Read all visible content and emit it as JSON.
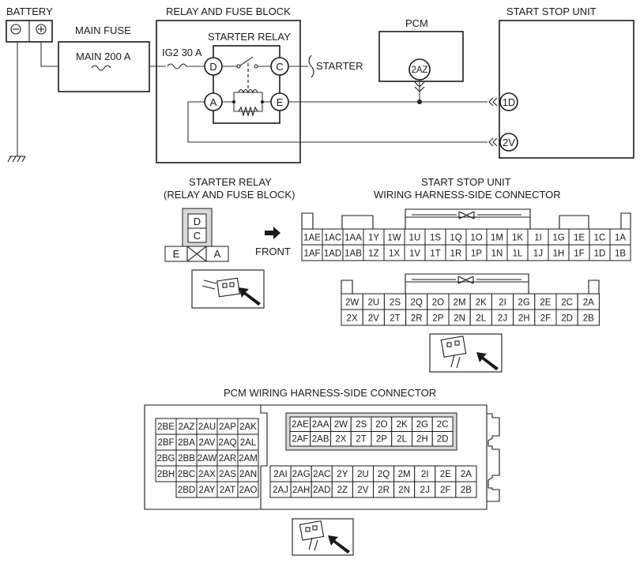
{
  "wiring": {
    "battery_label": "BATTERY",
    "main_fuse_label": "MAIN FUSE",
    "main_fuse_rating": "MAIN 200 A",
    "relay_block_label": "RELAY AND FUSE BLOCK",
    "ig2_fuse": "IG2 30 A",
    "starter_relay_label": "STARTER RELAY",
    "starter_label": "STARTER",
    "pcm_label": "PCM",
    "pcm_pin": "2AZ",
    "ssu_label": "START STOP UNIT",
    "ssu_pin_1d": "1D",
    "ssu_pin_2v": "2V",
    "relay_pins": {
      "d": "D",
      "c": "C",
      "a": "A",
      "e": "E"
    }
  },
  "starter_relay_connector": {
    "title_line1": "STARTER RELAY",
    "title_line2": "(RELAY AND FUSE BLOCK)",
    "pin_d": "D",
    "pin_c": "C",
    "pin_e": "E",
    "pin_a": "A",
    "front_label": "FRONT"
  },
  "ssu_connector": {
    "title_line1": "START STOP UNIT",
    "title_line2": "WIRING HARNESS-SIDE CONNECTOR",
    "top_row1": [
      "1AE",
      "1AC",
      "1AA",
      "1Y",
      "1W",
      "1U",
      "1S",
      "1Q",
      "1O",
      "1M",
      "1K",
      "1I",
      "1G",
      "1E",
      "1C",
      "1A"
    ],
    "top_row2": [
      "1AF",
      "1AD",
      "1AB",
      "1Z",
      "1X",
      "1V",
      "1T",
      "1R",
      "1P",
      "1N",
      "1L",
      "1J",
      "1H",
      "1F",
      "1D",
      "1B"
    ],
    "bottom_row1": [
      "2W",
      "2U",
      "2S",
      "2Q",
      "2O",
      "2M",
      "2K",
      "2I",
      "2G",
      "2E",
      "2C",
      "2A"
    ],
    "bottom_row2": [
      "2X",
      "2V",
      "2T",
      "2R",
      "2P",
      "2N",
      "2L",
      "2J",
      "2H",
      "2F",
      "2D",
      "2B"
    ]
  },
  "pcm_connector": {
    "title": "PCM WIRING HARNESS-SIDE CONNECTOR",
    "left_rows": [
      [
        "2BE",
        "2AZ",
        "2AU",
        "2AP",
        "2AK"
      ],
      [
        "2BF",
        "2BA",
        "2AV",
        "2AQ",
        "2AL"
      ],
      [
        "2BG",
        "2BB",
        "2AW",
        "2AR",
        "2AM"
      ],
      [
        "2BH",
        "2BC",
        "2AX",
        "2AS",
        "2AN"
      ],
      [
        "",
        "2BD",
        "2AY",
        "2AT",
        "2AO"
      ]
    ],
    "top_right_row1": [
      "2AE",
      "2AA",
      "2W",
      "2S",
      "2O",
      "2K",
      "2G",
      "2C"
    ],
    "top_right_row2": [
      "2AF",
      "2AB",
      "2X",
      "2T",
      "2P",
      "2L",
      "2H",
      "2D"
    ],
    "bottom_right_row1": [
      "2AI",
      "2AG",
      "2AC",
      "2Y",
      "2U",
      "2Q",
      "2M",
      "2I",
      "2E",
      "2A"
    ],
    "bottom_right_row2": [
      "2AJ",
      "2AH",
      "2AD",
      "2Z",
      "2V",
      "2R",
      "2N",
      "2J",
      "2F",
      "2B"
    ]
  }
}
